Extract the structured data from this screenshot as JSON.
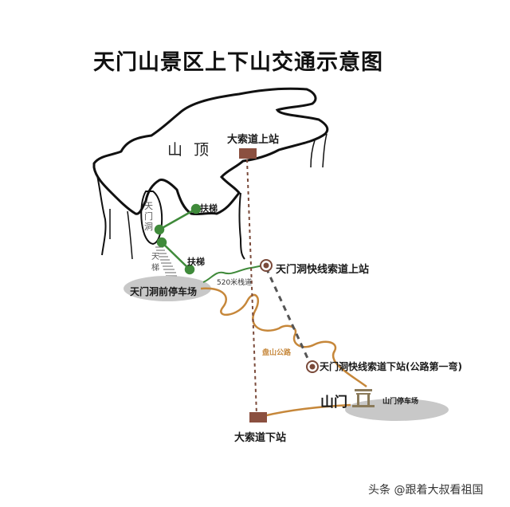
{
  "title": "天门山景区上下山交通示意图",
  "labels": {
    "peak": "山顶",
    "upper_cableway_station": "大索道上站",
    "tianmen_cave": "天门洞",
    "sky_stairs": "天梯",
    "escalator_upper": "扶梯",
    "escalator_lower": "扶梯",
    "cave_parking": "天门洞前停车场",
    "plank_road": "520米栈道",
    "express_upper_station": "天门洞快线索道上站",
    "mountain_road": "盘山公路",
    "express_lower_station": "天门洞快线索道下站(公路第一弯)",
    "mountain_gate": "山门",
    "gate_parking": "山门停车场",
    "lower_cableway_station": "大索道下站"
  },
  "watermark": "头条 @跟着大叔看祖国",
  "colors": {
    "cableway": "#7a4a3a",
    "station_box": "#8b5040",
    "escalator": "#3f8a3a",
    "road": "#c6873a",
    "parking": "#c8c8c8",
    "outline": "#111111"
  }
}
